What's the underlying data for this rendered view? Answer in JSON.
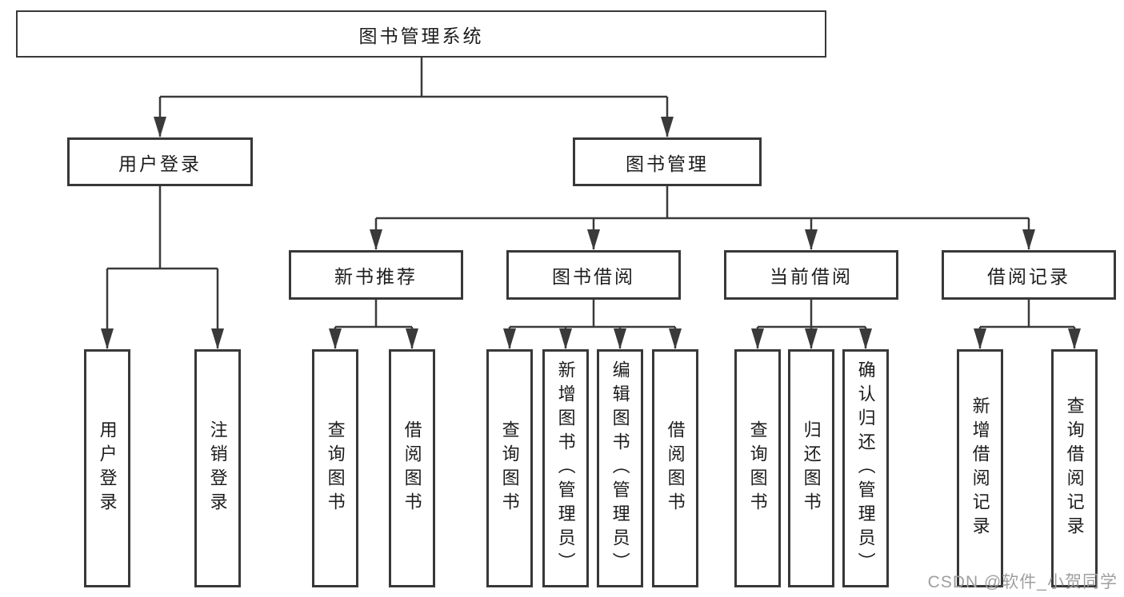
{
  "colors": {
    "line": "#3a3a3a",
    "box_border": "#383838",
    "box_background": "#ffffff",
    "text": "#1c1c1c",
    "watermark": "#9f9f9f"
  },
  "watermark": {
    "label": "CSDN @软件_小贺同学"
  },
  "tree": {
    "label": "图书管理系统",
    "children": [
      {
        "label": "用户登录",
        "children": [
          {
            "label": "用户登录"
          },
          {
            "label": "注销登录"
          }
        ]
      },
      {
        "label": "图书管理",
        "children": [
          {
            "label": "新书推荐",
            "children": [
              {
                "label": "查询图书"
              },
              {
                "label": "借阅图书"
              }
            ]
          },
          {
            "label": "图书借阅",
            "children": [
              {
                "label": "查询图书"
              },
              {
                "label": "新增图书（管理员）"
              },
              {
                "label": "编辑图书（管理员）"
              },
              {
                "label": "借阅图书"
              }
            ]
          },
          {
            "label": "当前借阅",
            "children": [
              {
                "label": "查询图书"
              },
              {
                "label": "归还图书"
              },
              {
                "label": "确认归还（管理员）"
              }
            ]
          },
          {
            "label": "借阅记录",
            "children": [
              {
                "label": "新增借阅记录"
              },
              {
                "label": "查询借阅记录"
              }
            ]
          }
        ]
      }
    ]
  }
}
